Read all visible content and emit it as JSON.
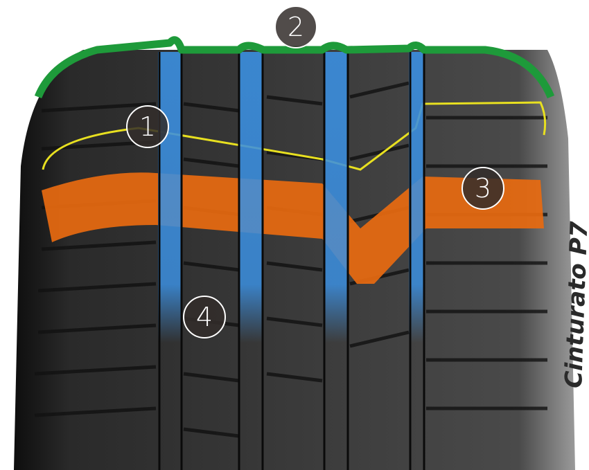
{
  "title": "Tire tread feature diagram",
  "callouts": [
    {
      "number": "1",
      "color": "#e8e020"
    },
    {
      "number": "2",
      "color": "#1e9a3a"
    },
    {
      "number": "3",
      "color": "#e86a10"
    },
    {
      "number": "4",
      "color": "#3a8ee8"
    }
  ],
  "sidewall_text": "Cinturato P7"
}
